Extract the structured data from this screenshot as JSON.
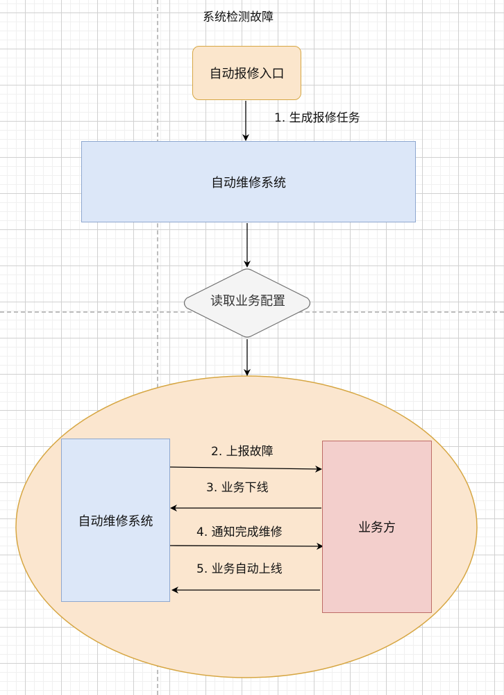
{
  "title": "系统检测故障",
  "nodes": {
    "entry": "自动报修入口",
    "system_top": "自动维修系统",
    "decision": "读取业务配置",
    "system_inner": "自动维修系统",
    "business": "业务方"
  },
  "edges": {
    "step1": "1. 生成报修任务",
    "step2": "2. 上报故障",
    "step3": "3. 业务下线",
    "step4": "4. 通知完成维修",
    "step5": "5. 业务自动上线"
  },
  "colors": {
    "entry_fill": "#fbe6cc",
    "entry_stroke": "#d6a642",
    "system_fill": "#dce7f8",
    "system_stroke": "#8ea7cf",
    "decision_fill": "#f4f4f4",
    "decision_stroke": "#707070",
    "container_fill": "#fbe6cf",
    "container_stroke": "#d6a642",
    "business_fill": "#f3cfcc",
    "business_stroke": "#bd6b66"
  }
}
